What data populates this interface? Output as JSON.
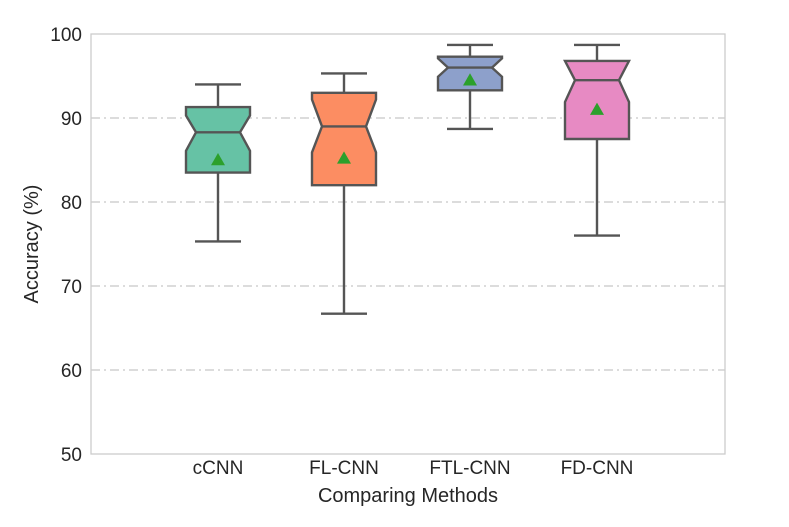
{
  "chart_data": {
    "type": "boxplot",
    "title": "",
    "xlabel": "Comparing Methods",
    "ylabel": "Accuracy (%)",
    "ylim": [
      50,
      100
    ],
    "yticks": [
      50,
      60,
      70,
      80,
      90,
      100
    ],
    "grid": "horizontal dash-dot",
    "notched": true,
    "categories": [
      "cCNN",
      "FL-CNN",
      "FTL-CNN",
      "FD-CNN"
    ],
    "boxes": [
      {
        "name": "cCNN",
        "whisker_low": 75.3,
        "q1": 83.5,
        "median": 88.3,
        "q3": 91.3,
        "whisker_high": 94.0,
        "mean": 85.0,
        "notch_low": 86.1,
        "notch_high": 90.3,
        "color": "#66c2a5"
      },
      {
        "name": "FL-CNN",
        "whisker_low": 66.7,
        "q1": 82.0,
        "median": 89.0,
        "q3": 93.0,
        "whisker_high": 95.3,
        "mean": 85.2,
        "notch_low": 85.9,
        "notch_high": 92.2,
        "color": "#fc8d62"
      },
      {
        "name": "FTL-CNN",
        "whisker_low": 88.7,
        "q1": 93.3,
        "median": 96.0,
        "q3": 97.3,
        "whisker_high": 98.7,
        "mean": 94.5,
        "notch_low": 94.9,
        "notch_high": 97.1,
        "color": "#8da0cb"
      },
      {
        "name": "FD-CNN",
        "whisker_low": 76.0,
        "q1": 87.5,
        "median": 94.5,
        "q3": 96.8,
        "whisker_high": 98.7,
        "mean": 91.0,
        "notch_low": 91.9,
        "notch_high": 97.1,
        "color": "#e78ac3"
      }
    ],
    "mean_marker_color": "#2ca02c",
    "line_color": "#555555"
  }
}
